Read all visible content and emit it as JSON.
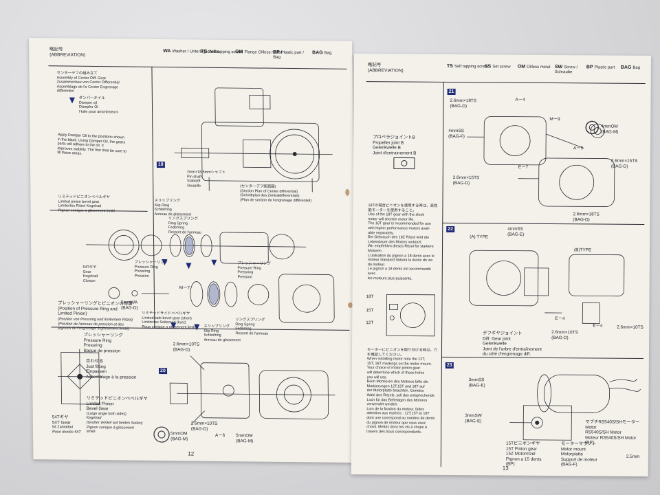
{
  "left_page": {
    "abbr_title_jp": "略記号",
    "abbr_title": "(ABBREVIATION)",
    "legend": [
      {
        "code": "WA",
        "text": "Washer / Unterlegscheibe"
      },
      {
        "code": "TS",
        "text": "Self tapping screw"
      },
      {
        "code": "OM",
        "text": "Flange Oilless metal"
      },
      {
        "code": "BP",
        "text": "Plastic part / Bag"
      },
      {
        "code": "BAG",
        "text": "Bag"
      }
    ],
    "center_diff": [
      "センターデフの組み立て",
      "Assembly of Center Diff. Gear",
      "Zusammenbau von Center Differential",
      "Assemblage de l'e Center Engrenage",
      "différentiel"
    ],
    "damper_oil": [
      "ダンパーオイル",
      "Damper oil",
      "Dämpfer Öl",
      "Huile pour amortisseurs"
    ],
    "damper_note": [
      "Apply Damper Oil to the positions shown",
      "in the black. Using Damper Oil, the gears",
      "parts will adhere to the oil. It",
      "improves stability. The first time be sure to",
      "fill these areas."
    ],
    "step_18": "18",
    "step_20": "20",
    "shaft_label": [
      "2mm×18.5mmシャフト",
      "Pin shaft",
      "Stabstift",
      "Goupille"
    ],
    "section_plan": [
      "(センターデフ断面図)",
      "(Section Plan of Center differential)",
      "(Schnittplan des Zentraldifferentials)",
      "(Plan de section de l'engrenage différentiel)"
    ],
    "limited_bevel": [
      "リミテッドピニオンベベルギヤ",
      "Limited pinion bevel gear",
      "Limitiertes Ritzel Kegelrad",
      "Pignon conique a glissement limité"
    ],
    "slip_ring": [
      "スリップリング",
      "Slip Ring",
      "Schleifring",
      "Anneau de glissement"
    ],
    "ring_spring": [
      "リングスプリング",
      "Ring Spring",
      "Federring",
      "Ressort de l'anneau"
    ],
    "gear_54t": [
      "54Tギヤ",
      "Gear",
      "Kegelrad",
      "Cloison"
    ],
    "pressure_ring": [
      "プレッシャーリング",
      "Pressure Ring",
      "Pressring",
      "Pression"
    ],
    "washer_5mm": "5mmWA",
    "washer_bag": "(BAG-D)",
    "m7": "M－7",
    "limited_side_bevel": [
      "リミテッドサイドベベルギヤ",
      "Limited side bevel gear (short)",
      "Limitiertes Seitenrad (kurz)",
      "Roue conique a glissement limité"
    ],
    "slip_ring2": [
      "スリップリング",
      "Slip Ring",
      "Schleifring",
      "Anneau de glissement"
    ],
    "ring_spring2": [
      "リングスプリング",
      "Ring Spring",
      "Federring",
      "Ressort de l'anneau"
    ],
    "pressure_ring2": [
      "プレッシャーリング",
      "Pressure Ring",
      "Pressring",
      "Pression"
    ],
    "position_title": [
      "プレッシャーリングとピニオンの位置",
      "(Position of Pressure Ring and",
      "Limited Pinion)",
      "(Position von Pressring und limitiertem Ritzel)",
      "(Position de l'anneau de pression et des",
      "pignons de l'engrenage à glissement limité)"
    ],
    "pressure_ring_box": [
      "プレッシャーリング",
      "Pressure Ring",
      "Pressring",
      "Bague de pression"
    ],
    "just_fitting": [
      "合わせる",
      "Just fitting",
      "Einpassen",
      "Assemblage à la pression"
    ],
    "limited_pinion": [
      "リミテッドピニオンベベルギヤ",
      "Limited Pinion",
      "Bevel Gear",
      "(Large angle both sides)",
      "Kegelrad",
      "(Großer Winkel auf beiden Seiten)",
      "Pignon conique à glissement",
      "limité"
    ],
    "gear_54t_box": [
      "54Tギヤ",
      "54T Gear",
      "54 Zahnrittel",
      "Roue dentée 54T"
    ],
    "screw_26_10": "2.6mm×10TS",
    "screw_bag": "(BAG-D)",
    "a6": "A－6",
    "om_5mm": "5mmOM",
    "om_bag": "(BAG-M)",
    "page_number": "12"
  },
  "right_page": {
    "abbr_title_jp": "略記号",
    "abbr_title": "(ABBREVIATION)",
    "legend": [
      {
        "code": "TS",
        "text": "Self tapping screw"
      },
      {
        "code": "SS",
        "text": "Set screw"
      },
      {
        "code": "OM",
        "text": "Oilless metal"
      },
      {
        "code": "SW",
        "text": "Screw / Schraube"
      },
      {
        "code": "BP",
        "text": "Plastic part"
      },
      {
        "code": "BAG",
        "text": "Bag"
      }
    ],
    "step_21": "21",
    "step_22": "22",
    "step_23": "23",
    "screw_26_18": "2.6mm×18TS",
    "bag_d": "(BAG-D)",
    "a4": "A－4",
    "m9": "M－9",
    "om_4mm": "4mmOM",
    "bag_m": "(BAG-M)",
    "ss_4mm": "4mmSS",
    "bag_f": "(BAG-F)",
    "a5": "A－5",
    "propeller": [
      "プロペラジョイントB",
      "Propeller joint B",
      "Gelenkwelle B",
      "Joint d'entrainement B"
    ],
    "e7": "E－7",
    "screw_26_15": "2.6mm×15TS",
    "screw_26_18b": "2.6mm×18TS",
    "motor_note": [
      "18Tの場合ピニオンを使用する時は、高性能モーターを使用すること。",
      "Use of the 18T gear with the stock",
      "motor will shorten motor life.",
      "The 18T gear is recommended for use",
      "with higher performance motors avail-",
      "able separately.",
      "Bei Gebrauch des 18Z Ritzel wird die",
      "Lebendauer des Motors verkürzt.",
      "Wir empfehlen dieses Ritzel für starkere",
      "Motoren.",
      "L'utilisation du pignon a 18 dents avec le",
      "moteur standard réduira la durée de vie",
      "du moteur.",
      "Le pignon a 18 dents est recommandé avec",
      "les moteurs plus puissants."
    ],
    "type_a": "(A) TYPE",
    "type_b": "(B)TYPE",
    "ss_4mm2": "4mmSS",
    "bag_e": "(BAG-E)",
    "t18": "18T",
    "t15": "15T",
    "t12": "12T",
    "e4": "E－4",
    "e4b": "E－4",
    "screw_26_10": "2.6mm×10TS",
    "diff_gear_joint": [
      "デフギヤジョイント",
      "Diff. Gear joint",
      "Gelenkwelle",
      "Joint de l'arbre d'entraînement",
      "du côté d'engrenage diff."
    ],
    "screw_26_10b": "2.6mm×10TS",
    "bag_d2": "(BAG-D)",
    "motor_mount_note": [
      "モーターにピニオンを取り付ける時は、穴を確認してください。",
      "When installing motor note the 12T,",
      "15T, 18T markings on the motor mount.",
      "Your choice of motor pinion gear",
      "will determine which of these holes",
      "you will use.",
      "Beim Montieren des Motores bitte die",
      "Markierungen 12T,15T und 18T auf",
      "der Motorplatte beachten. Gemäss",
      "Wahl des Ritzels, soll das entsprechende",
      "Loch für das Befestigen des Motores",
      "verwendet werden.",
      "Lors de la fixation du moteur, faites",
      "attention aux repères : 12T,15T et 18T",
      "dont une correspond au nombre de dents",
      "du pignon de moteur que vous avez",
      "choisi. Mettez donc les vis à chape à",
      "travers des trous correspondants."
    ],
    "ss_3mm": "3mmSS",
    "bag_e2": "(BAG-E)",
    "sw_3mm": "3mmSW",
    "bag_e3": "(BAG-E)",
    "motor_label": [
      "マブチRS540S/SHモーター",
      "Motor",
      "RS540S/SH Motor",
      "Moteur RS540S/SH Motor"
    ],
    "bp": "(BP)",
    "motor_mount": [
      "モーターマウント",
      "Motor mount",
      "Motorplatte",
      "Support de moteur"
    ],
    "bag_f2": "(BAG-F)",
    "pinion_15t": [
      "15Tピニオンギヤ",
      "15T Pinion gear",
      "15Z Motorritzel",
      "Pignon a 15 dents"
    ],
    "bp2": "(BP)",
    "dim_25": "2.5mm",
    "page_number": "13"
  },
  "colors": {
    "ink": "#1e2a7a",
    "paper": "#f3f1ea",
    "line": "#2a2a33"
  }
}
